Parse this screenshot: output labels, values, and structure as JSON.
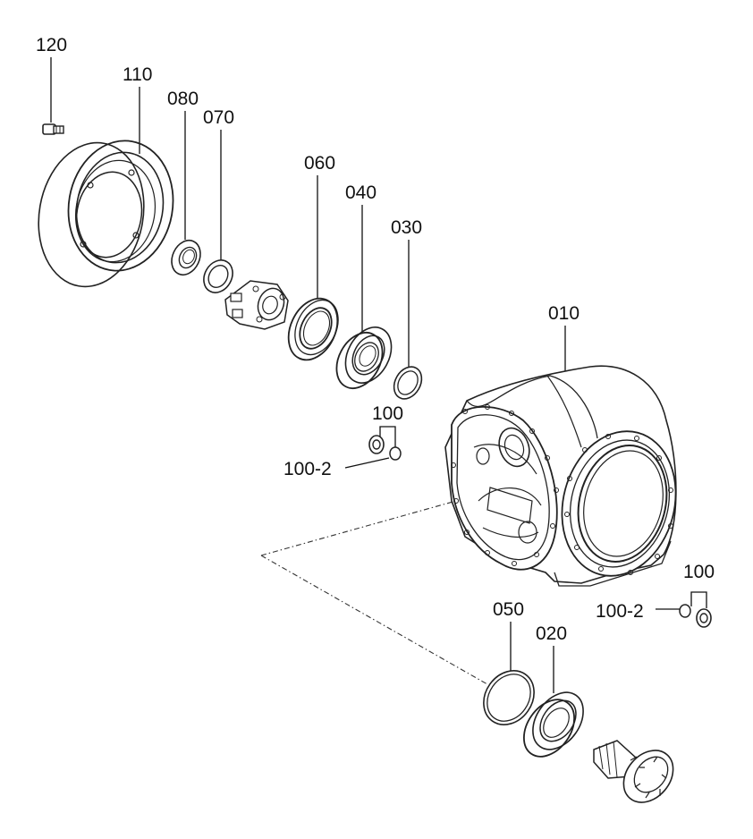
{
  "labels": {
    "p120": "120",
    "p110": "110",
    "p080": "080",
    "p070": "070",
    "p060": "060",
    "p040": "040",
    "p030": "030",
    "p010": "010",
    "p100_upper": "100",
    "p100_2_upper": "100-2",
    "p100_lower": "100",
    "p100_2_lower": "100-2",
    "p050": "050",
    "p020": "020"
  }
}
